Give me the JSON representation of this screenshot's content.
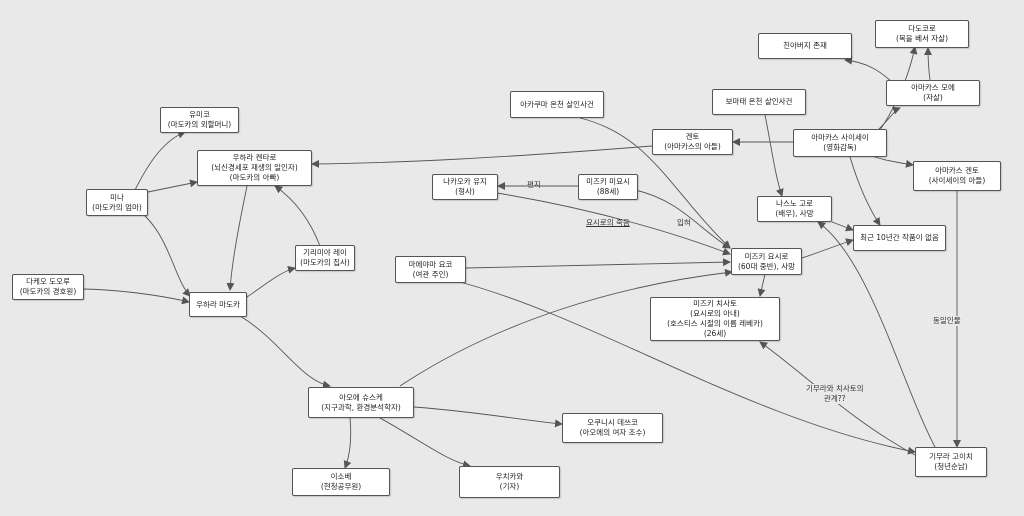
{
  "nodes": {
    "dadokoro": [
      "다도코로",
      "(목을 베서 자살)"
    ],
    "chinabeoji": [
      "친아버지 존재"
    ],
    "yumiko": [
      "유미코",
      "(마도카의 외할머니)"
    ],
    "akakuma": [
      "아카쿠마 온천 살인사건"
    ],
    "botomae": [
      "보마태 온천 살인사건"
    ],
    "amakasu_moe": [
      "아마카스 모에",
      "(자살)"
    ],
    "kento": [
      "겐토",
      "(아마카스의 아들)"
    ],
    "amakasu_saisei": [
      "아마카스 사이세이",
      "(영화감독)"
    ],
    "uhara_kentaro": [
      "우하라 켄타로",
      "(뇌신경세포 재생의  일인자)",
      "(마도카의 아빠)"
    ],
    "nakaoka": [
      "나카오카 유지",
      "(형사)"
    ],
    "mizuki_miyoshi": [
      "미즈키 미요시",
      "(88세)"
    ],
    "amakasu_kento2": [
      "아마카스 겐토",
      "(사이세이의 아들)"
    ],
    "mina": [
      "미나",
      "(마도카의 엄마)"
    ],
    "nasuno": [
      "나스노 고로",
      "(배우), 사망"
    ],
    "recent": [
      "최근 10년간 작품이 없음"
    ],
    "kirimia": [
      "기리미야 레이",
      "(마도카의 집사)"
    ],
    "maeyama": [
      "마에야마 요코",
      "(여관 주인)"
    ],
    "mizuki_yoshiro": [
      "미즈키 요시로",
      "(60대 중반), 사망"
    ],
    "taketo": [
      "다케오 도오루",
      "(마도카의 경호원)"
    ],
    "uhara_madoka": [
      "우하라 마도카"
    ],
    "mizuki_chisato": [
      "미즈키 치사토",
      "(요시로의 아내)",
      "(호스티스 시절의 이름 레베카)",
      "(26세)"
    ],
    "aoe": [
      "아오에 슈스케",
      "(지구과학, 환경분석학자)"
    ],
    "okunishi": [
      "오쿠니시 데쓰코",
      "(아오에의 여자 조수)"
    ],
    "isobe": [
      "이소베",
      "(현청공무원)"
    ],
    "uchikawa": [
      "우치카와",
      "(기자)"
    ],
    "kimura": [
      "기무라 고이치",
      "(청년순남)"
    ]
  },
  "edge_labels": {
    "pyeonji": "편지",
    "yoshiro_death": "요시로의 죽음",
    "imyeok": "입혀",
    "same_person": "동일인물",
    "kimura_relation_1": "기무라와 치사토의",
    "kimura_relation_2": "관계??"
  },
  "colors": {
    "background": "#e9e9e9",
    "node_fill": "#ffffff",
    "node_border": "#555555",
    "edge": "#555555"
  }
}
